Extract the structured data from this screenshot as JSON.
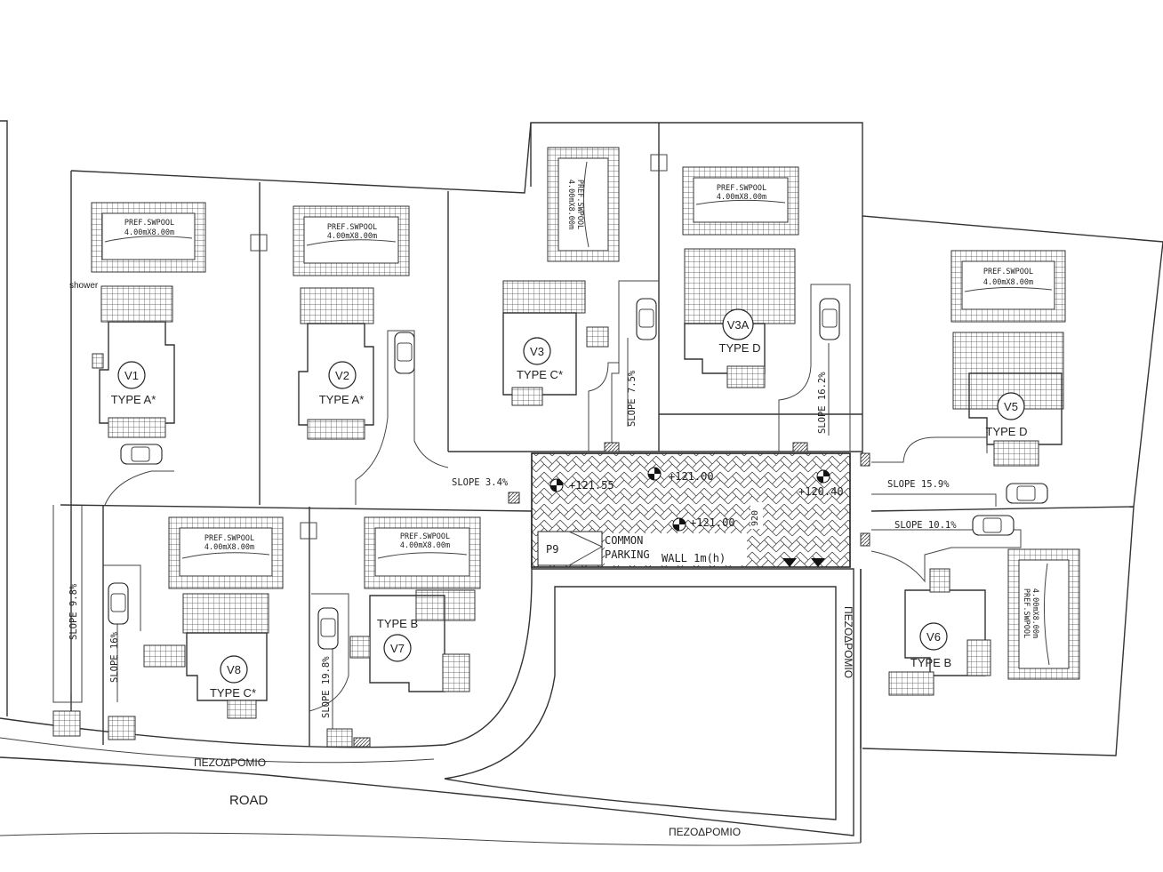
{
  "plan": {
    "road_label": "ROAD",
    "sidewalk_label": "ΠΕΖΟΔΡΟΜΙΟ",
    "pool_title": "PREF.SWPOOL",
    "pool_size": "4.00mX8.00m",
    "shower_label": "shower",
    "parking_line1": "COMMON",
    "parking_line2": "PARKING",
    "wall_label": "WALL 1m(h)",
    "parking_id": "P9",
    "dimension_920": "920"
  },
  "villas": [
    {
      "id": "V1",
      "type": "TYPE A*"
    },
    {
      "id": "V2",
      "type": "TYPE A*"
    },
    {
      "id": "V3",
      "type": "TYPE C*"
    },
    {
      "id": "V3A",
      "type": "TYPE D"
    },
    {
      "id": "V5",
      "type": "TYPE D"
    },
    {
      "id": "V6",
      "type": "TYPE B"
    },
    {
      "id": "V7",
      "type": "TYPE B"
    },
    {
      "id": "V8",
      "type": "TYPE C*"
    }
  ],
  "slopes": [
    "SLOPE 3.4%",
    "SLOPE 15.9%",
    "SLOPE 10.1%",
    "SLOPE 7.5%",
    "SLOPE 16.2%",
    "SLOPE 9.8%",
    "SLOPE 16%",
    "SLOPE 19.8%"
  ],
  "levels": [
    "+121.55",
    "+121.00",
    "+120.40",
    "+121.00"
  ]
}
